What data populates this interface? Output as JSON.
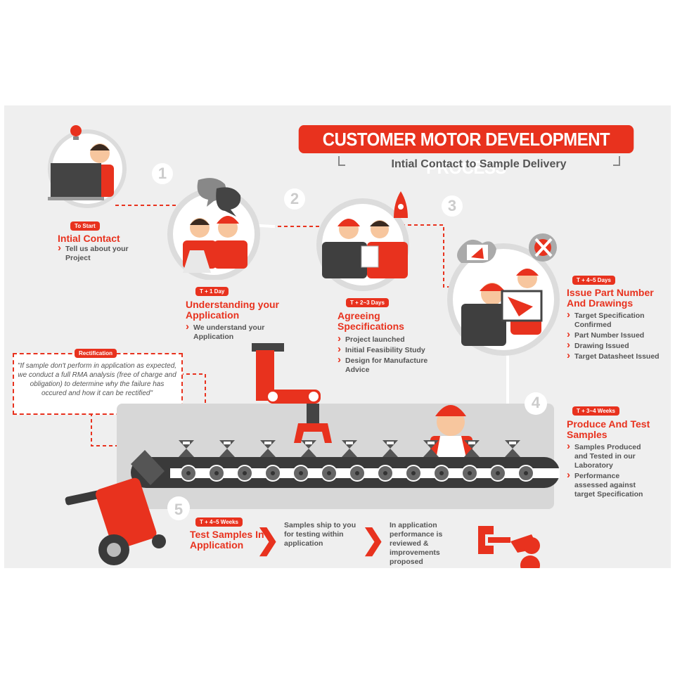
{
  "header": {
    "title": "CUSTOMER MOTOR DEVELOPMENT PROCESS",
    "subtitle": "Intial Contact to Sample Delivery"
  },
  "colors": {
    "accent": "#e8321e",
    "text": "#555555",
    "panel": "#efefef"
  },
  "steps": [
    {
      "number": "1",
      "badge": "To Start",
      "title": "Intial Contact",
      "text": "Tell us about your Project"
    },
    {
      "number": "2",
      "badge": "T + 1 Day",
      "title": "Understanding your Application",
      "text": "We understand your Application"
    },
    {
      "number": "3",
      "badge": "T + 2~3 Days",
      "title": "Agreeing Specifications",
      "bullets": [
        "Project launched",
        "Initial Feasibility Study",
        "Design for Manufacture Advice"
      ]
    },
    {
      "badge": "T + 4~5 Days",
      "title": "Issue Part Number And Drawings",
      "bullets": [
        "Target Specification Confirmed",
        "Part Number Issued",
        "Drawing Issued",
        "Target Datasheet Issued"
      ]
    },
    {
      "number": "4",
      "badge": "T + 3~4 Weeks",
      "title": "Produce And Test Samples",
      "bullets": [
        "Samples Produced and Tested in our Laboratory",
        "Performance assessed against target Specification"
      ]
    },
    {
      "number": "5",
      "badge": "T + 4~5 Weeks",
      "title": "Test Samples In Application",
      "flow": [
        "Samples ship to you for testing within application",
        "In application performance is reviewed & improvements proposed"
      ]
    }
  ],
  "rectification": {
    "badge": "Rectification",
    "quote": "\"If sample don't perform in application as expected, we conduct a full RMA analysis (free of charge and obligation) to determine why the failure has occured and how it can be rectified\""
  },
  "icons": [
    "lightbulb-icon",
    "laptop-icon",
    "speech-bubble-icon",
    "rocket-icon",
    "clipboard-icon",
    "drawing-icon",
    "gear-icon",
    "tools-icon",
    "robot-arm-icon",
    "conveyor-icon",
    "hand-truck-icon"
  ]
}
